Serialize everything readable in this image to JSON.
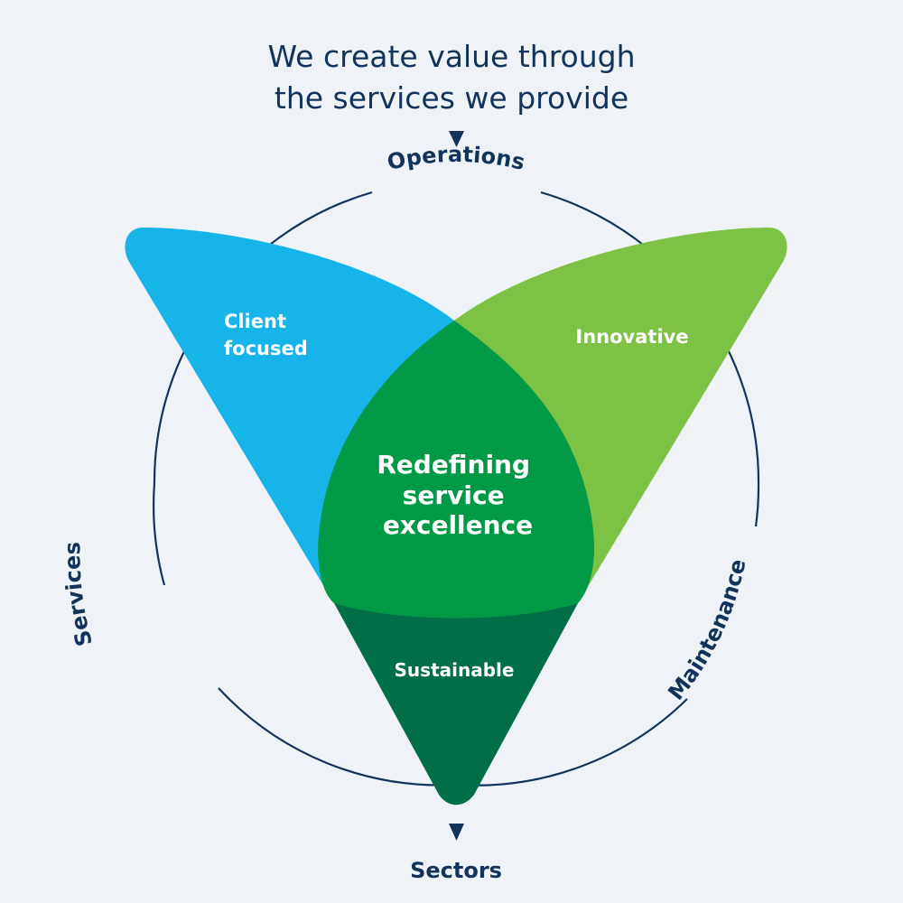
{
  "title": {
    "line1": "We create value through",
    "line2": "the services we provide"
  },
  "ring_labels": {
    "top": "Operations",
    "left": "Services",
    "right": "Maintenance",
    "bottom": "Sectors"
  },
  "petals": {
    "left": "Client focused",
    "left_line1": "Client",
    "left_line2": "focused",
    "right": "Innovative",
    "bottom": "Sustainable"
  },
  "center": {
    "line1": "Redefining",
    "line2": "service",
    "line3": "excellence"
  },
  "colors": {
    "background": "#eff3f7",
    "navy": "#12335b",
    "client_focused": "#16b4e9",
    "innovative": "#7dc244",
    "center": "#009a47",
    "sustainable": "#006f48"
  },
  "icons": {
    "top_arrow": "triangle-down",
    "bottom_arrow": "triangle-down"
  }
}
